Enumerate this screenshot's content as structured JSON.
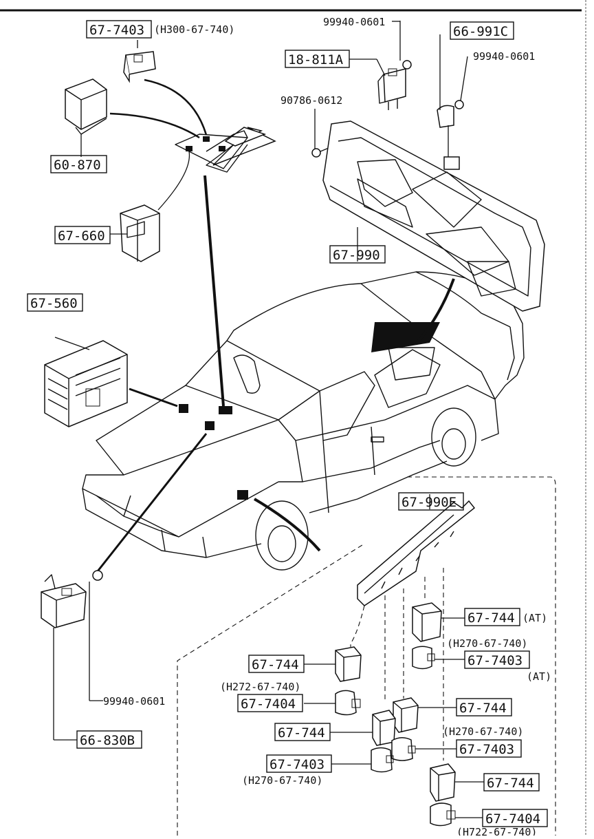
{
  "callouts": {
    "c01": "67-7403",
    "c01_note": "(H300-67-740)",
    "c02": "99940-0601",
    "c03": "66-991C",
    "c04": "18-811A",
    "c05": "99940-0601",
    "c06": "90786-0612",
    "c07": "60-870",
    "c08": "67-660",
    "c09": "67-990",
    "c10": "67-560",
    "c11": "67-990E",
    "c12": "67-744",
    "c12_note": "(AT)",
    "c13_note": "(H270-67-740)",
    "c13": "67-7403",
    "c13_note2": "(AT)",
    "c14": "67-744",
    "c15_note": "(H272-67-740)",
    "c15": "67-7404",
    "c16": "67-744",
    "c17": "67-744",
    "c18_note": "(H270-67-740)",
    "c18": "67-7403",
    "c19": "67-7403",
    "c19_note": "(H270-67-740)",
    "c20": "67-744",
    "c21": "67-7404",
    "c21_note": "(H722-67-740)",
    "c22": "99940-0601",
    "c23": "66-830B"
  }
}
